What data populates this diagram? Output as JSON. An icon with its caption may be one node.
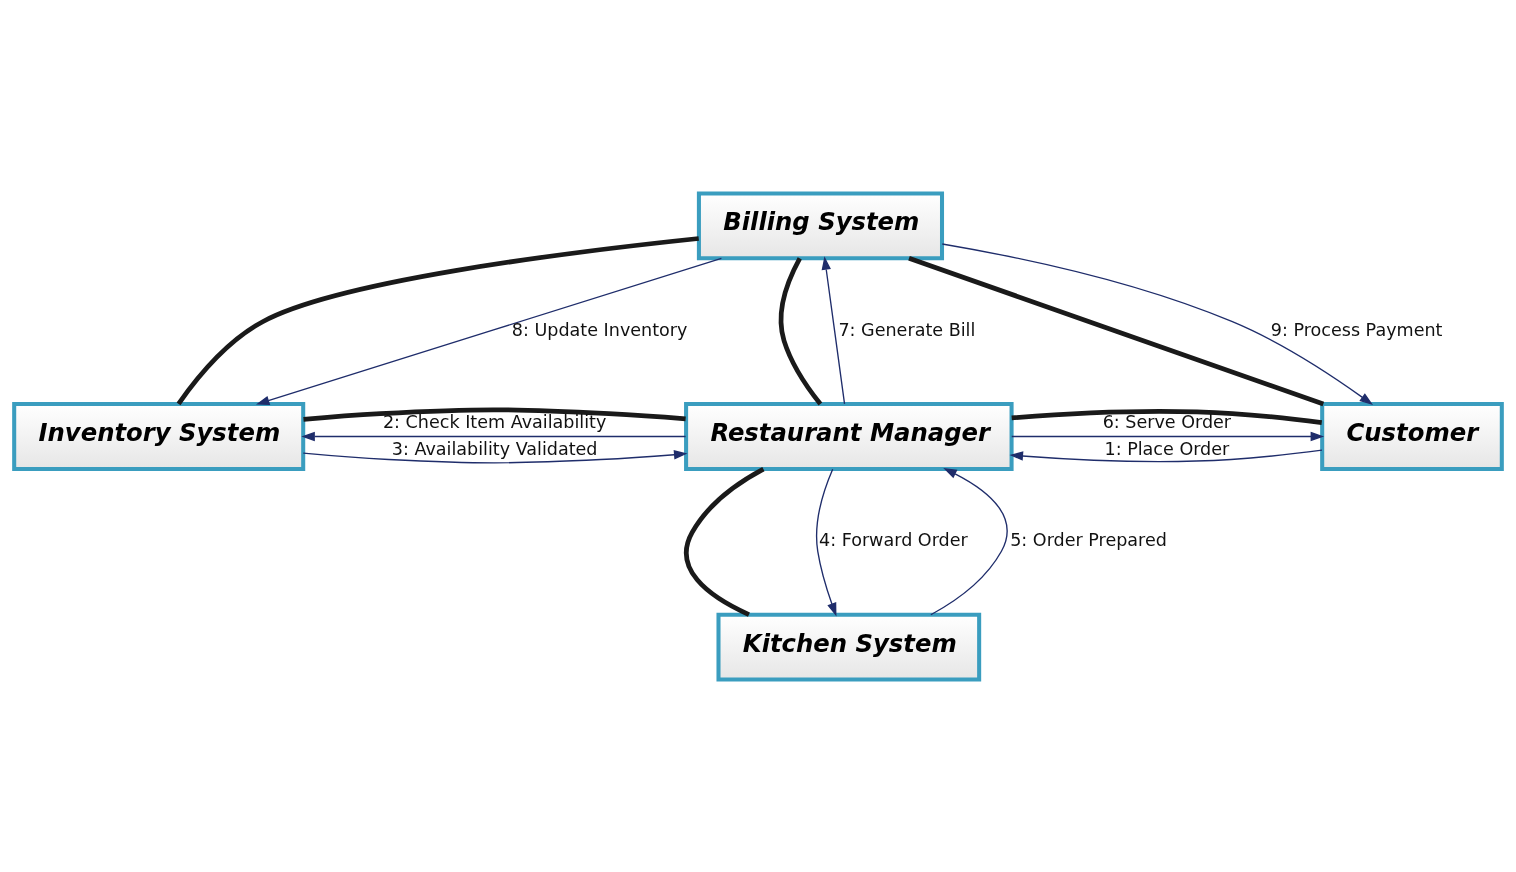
{
  "diagram": {
    "nodes": [
      {
        "text": [
          "Billing System"
        ]
      },
      {
        "text": [
          "Inventory System"
        ]
      },
      {
        "text": [
          "Restaurant Manager"
        ]
      },
      {
        "text": [
          "Customer"
        ]
      },
      {
        "text": [
          "Kitchen System"
        ]
      }
    ],
    "edges": [
      {
        "from": 0,
        "to": 1,
        "arrow": "none",
        "style": "thick",
        "color": "#1a1a1a"
      },
      {
        "from": 0,
        "to": 2,
        "arrow": "none",
        "style": "thick",
        "color": "#1a1a1a"
      },
      {
        "from": 0,
        "to": 3,
        "arrow": "none",
        "style": "thick",
        "color": "#1a1a1a"
      },
      {
        "from": 1,
        "to": 2,
        "arrow": "none",
        "style": "thick",
        "color": "#1a1a1a"
      },
      {
        "from": 2,
        "to": 3,
        "arrow": "none",
        "style": "thick",
        "color": "#1a1a1a"
      },
      {
        "from": 2,
        "to": 4,
        "arrow": "none",
        "style": "thick",
        "color": "#1a1a1a"
      },
      {
        "from": 3,
        "to": 2,
        "arrow": "to",
        "label": "1: Place Order"
      },
      {
        "from": 2,
        "to": 1,
        "arrow": "to",
        "label": "2: Check Item Availability"
      },
      {
        "from": 1,
        "to": 2,
        "arrow": "to",
        "label": "3: Availability Validated"
      },
      {
        "from": 2,
        "to": 4,
        "arrow": "to",
        "label": "4: Forward Order"
      },
      {
        "from": 4,
        "to": 2,
        "arrow": "to",
        "label": "5: Order Prepared"
      },
      {
        "from": 2,
        "to": 3,
        "arrow": "to",
        "label": "6: Serve Order"
      },
      {
        "from": 2,
        "to": 0,
        "arrow": "to",
        "label": "7: Generate Bill"
      },
      {
        "from": 0,
        "to": 1,
        "arrow": "to",
        "label": "8: Update Inventory"
      },
      {
        "from": 0,
        "to": 3,
        "arrow": "to",
        "label": "9: Process Payment"
      }
    ]
  }
}
